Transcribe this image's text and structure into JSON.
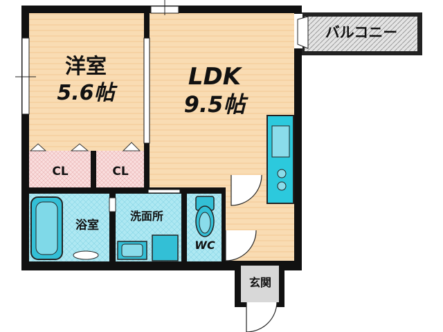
{
  "rooms": {
    "western_room": {
      "name": "洋室",
      "size": "5.6帖"
    },
    "ldk": {
      "name": "LDK",
      "size": "9.5帖"
    },
    "closet_left": "CL",
    "closet_right": "CL",
    "bathroom": "浴室",
    "washroom": "洗面所",
    "toilet": "WC",
    "entrance": "玄関"
  },
  "balcony": "バルコニー",
  "colors": {
    "wood_floor": "#f9dcb3",
    "wall": "#111111",
    "wet_area": "#9fe3ef",
    "closet": "#f7d6d6",
    "kitchen": "#2cc9dd",
    "balcony": "#e0e0e0",
    "entrance": "#d8d8d8"
  }
}
